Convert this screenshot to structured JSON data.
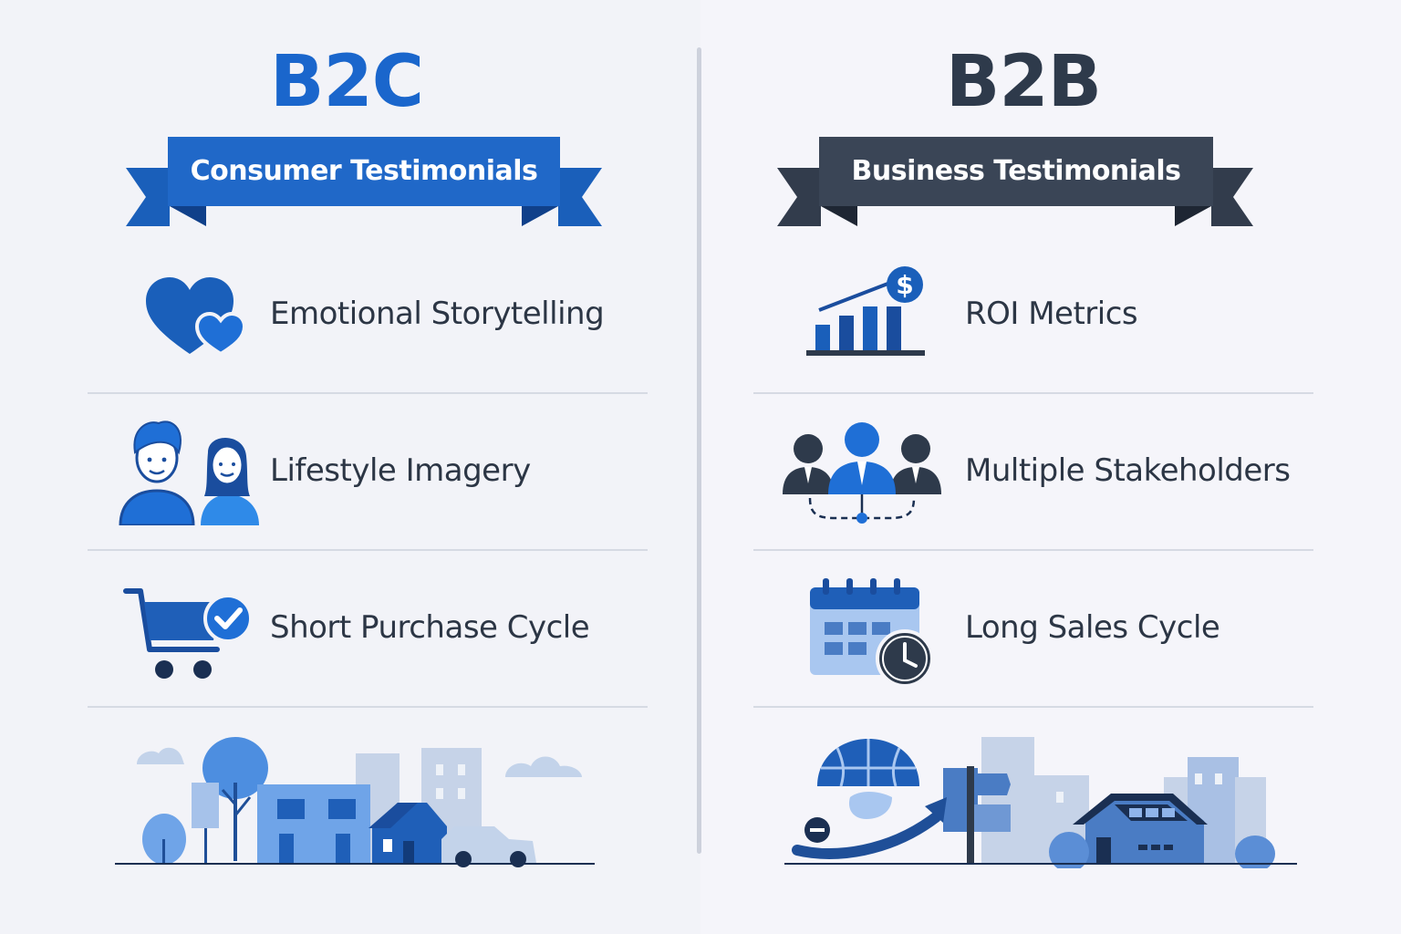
{
  "b2c": {
    "heading": "B2C",
    "ribbon": "Consumer Testimonials",
    "items": [
      {
        "label": "Emotional Storytelling",
        "icon": "hearts-icon"
      },
      {
        "label": "Lifestyle Imagery",
        "icon": "couple-icon"
      },
      {
        "label": "Short Purchase Cycle",
        "icon": "shopping-cart-check-icon"
      }
    ],
    "scene": "city-street-scene"
  },
  "b2b": {
    "heading": "B2B",
    "ribbon": "Business Testimonials",
    "items": [
      {
        "label": "ROI Metrics",
        "icon": "bar-chart-dollar-icon"
      },
      {
        "label": "Multiple Stakeholders",
        "icon": "stakeholders-icon"
      },
      {
        "label": "Long Sales Cycle",
        "icon": "calendar-clock-icon"
      }
    ],
    "scene": "global-business-scene"
  },
  "colors": {
    "b2c_primary": "#1a66cc",
    "b2c_ribbon": "#2068c8",
    "b2b_primary": "#2e3a4b",
    "b2b_ribbon": "#3a4556",
    "text": "#2c3645",
    "divider": "#cdd1dc"
  }
}
